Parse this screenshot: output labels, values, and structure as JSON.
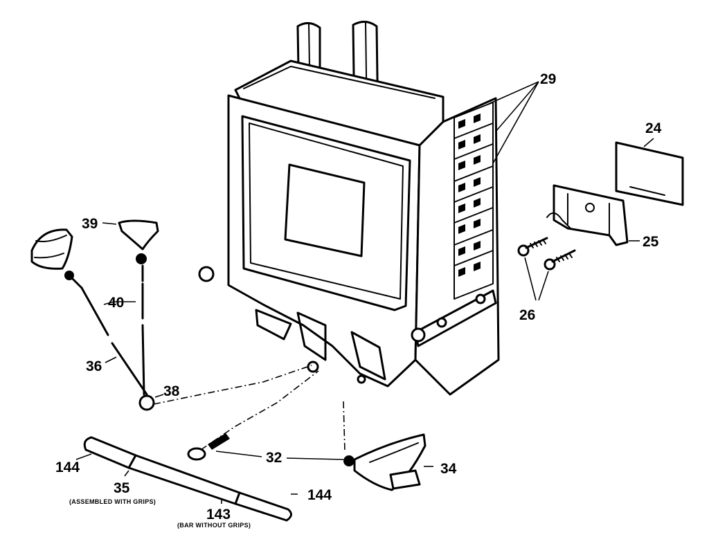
{
  "callouts": {
    "c29": "29",
    "c24": "24",
    "c25": "25",
    "c26": "26",
    "c39": "39",
    "c40": "40",
    "c36": "36",
    "c38": "38",
    "c32": "32",
    "c34": "34",
    "c144a": "144",
    "c35": "35",
    "c143": "143",
    "c144b": "144"
  },
  "notes": {
    "assembled": "(ASSEMBLED WITH GRIPS)",
    "bar_without": "(BAR WITHOUT GRIPS)"
  }
}
